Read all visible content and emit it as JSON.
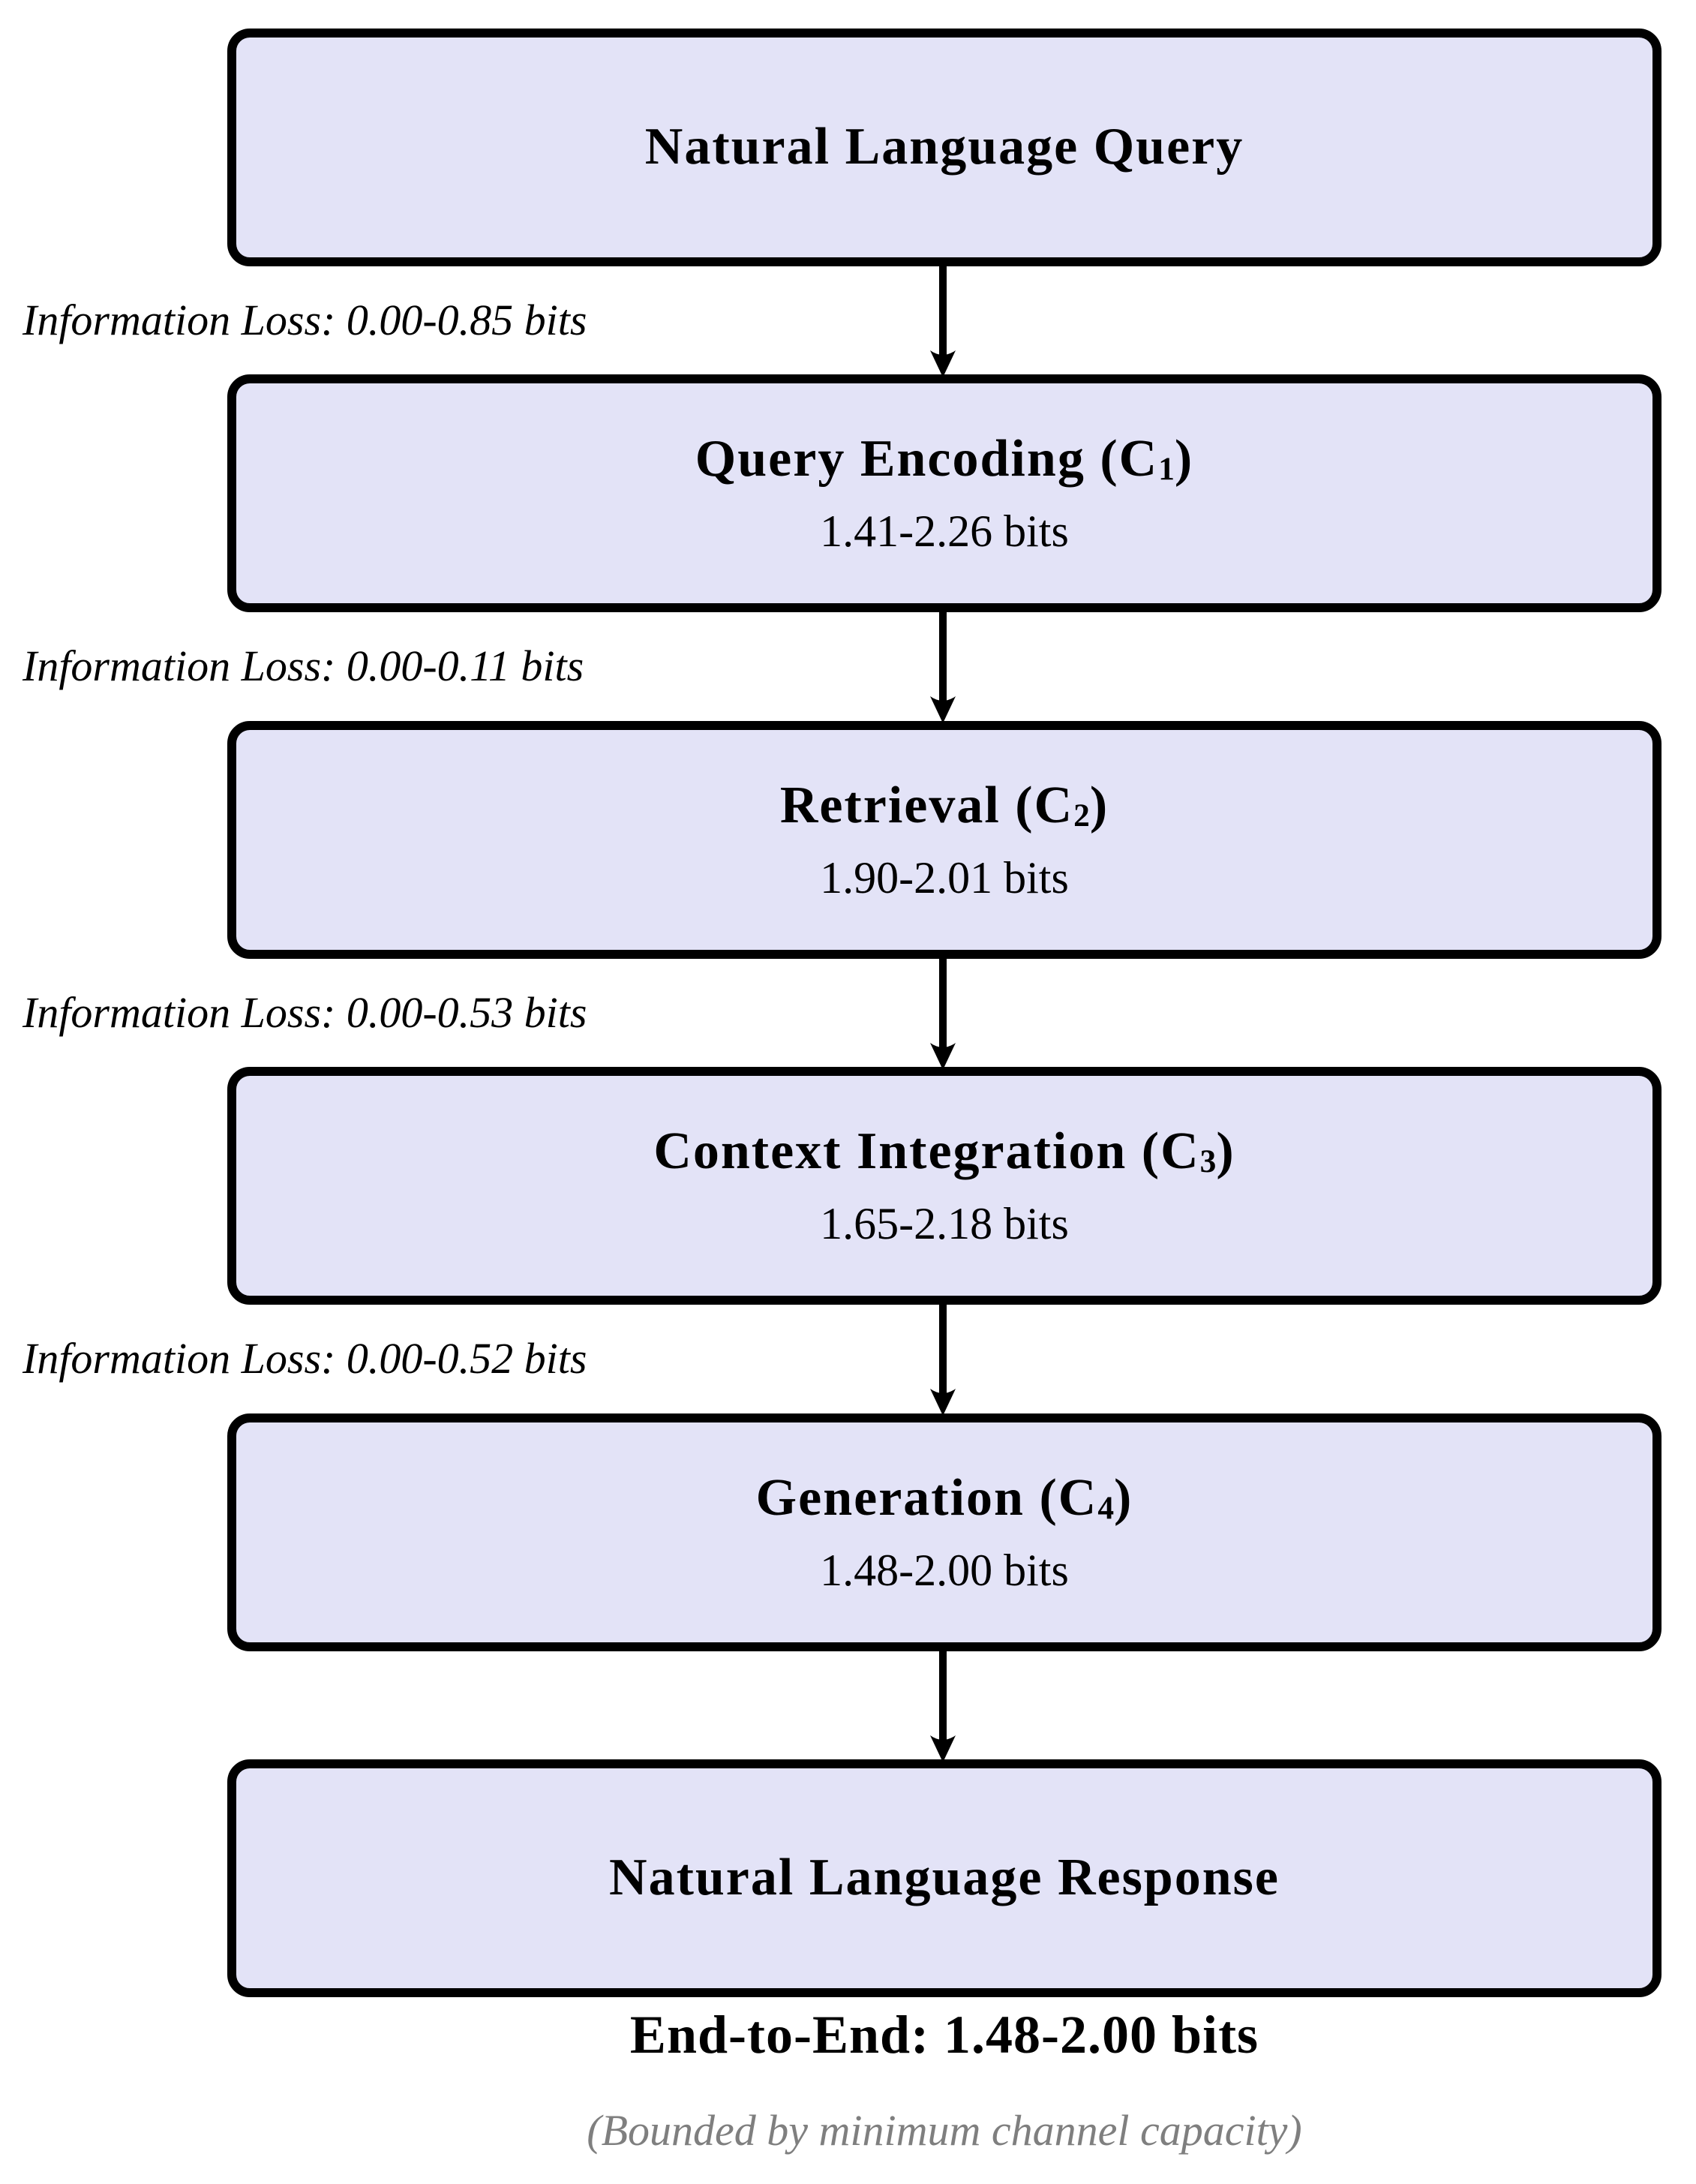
{
  "diagram": {
    "title_semantic": "RAG pipeline information channel flowchart",
    "boxes": [
      {
        "id": "natural-language-query",
        "title_pre": "Natural Language Query",
        "title_sub": "",
        "title_post": "",
        "capacity": ""
      },
      {
        "id": "query-encoding",
        "title_pre": "Query Encoding (C",
        "title_sub": "1",
        "title_post": ")",
        "capacity": "1.41-2.26 bits"
      },
      {
        "id": "retrieval",
        "title_pre": "Retrieval (C",
        "title_sub": "2",
        "title_post": ")",
        "capacity": "1.90-2.01 bits"
      },
      {
        "id": "context-integration",
        "title_pre": "Context Integration (C",
        "title_sub": "3",
        "title_post": ")",
        "capacity": "1.65-2.18 bits"
      },
      {
        "id": "generation",
        "title_pre": "Generation (C",
        "title_sub": "4",
        "title_post": ")",
        "capacity": "1.48-2.00 bits"
      },
      {
        "id": "natural-language-response",
        "title_pre": "Natural Language Response",
        "title_sub": "",
        "title_post": "",
        "capacity": ""
      }
    ],
    "loss_labels": [
      "Information Loss: 0.00-0.85 bits",
      "Information Loss: 0.00-0.11 bits",
      "Information Loss: 0.00-0.53 bits",
      "Information Loss: 0.00-0.52 bits"
    ],
    "footer": {
      "end_to_end": "End-to-End: 1.48-2.00 bits",
      "caption": "(Bounded by minimum channel capacity)"
    },
    "colors": {
      "box_fill": "#E3E3F7",
      "box_border": "#000000",
      "text": "#000000",
      "caption_gray": "#7f7f7f",
      "background": "#ffffff"
    }
  }
}
